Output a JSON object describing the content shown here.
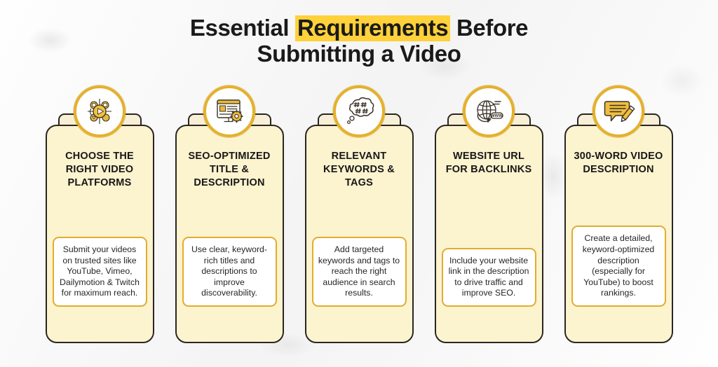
{
  "headline": {
    "line1_before": "Essential ",
    "line1_highlight": "Requirements",
    "line1_after": " Before",
    "line2": "Submitting a Video",
    "highlight_color": "#FFD13B",
    "text_color": "#1a1a1a"
  },
  "theme": {
    "card_fill": "#FCF3CF",
    "card_backpanel_fill": "#F7F0D6",
    "card_outline": "#2b2622",
    "icon_ring": "#E5B12C",
    "note_border": "#E0AE2E",
    "note_fill": "#FFFFFF",
    "background": "#F6F6F5"
  },
  "cards": [
    {
      "icon": "video-network-icon",
      "title": "CHOOSE THE RIGHT VIDEO PLATFORMS",
      "note": "Submit your videos on trusted sites like YouTube, Vimeo, Dailymotion & Twitch for maximum reach."
    },
    {
      "icon": "webpage-gear-icon",
      "title": "SEO-OPTIMIZED TITLE & DESCRIPTION",
      "note": "Use clear, keyword-rich titles and descriptions to improve discoverability."
    },
    {
      "icon": "hashtag-thought-bubble-icon",
      "title": "RELEVANT KEYWORDS & TAGS",
      "note": "Add targeted keywords and tags to reach the right audience in search results."
    },
    {
      "icon": "globe-www-icon",
      "title": "WEBSITE URL FOR BACKLINKS",
      "note": "Include your website link in the description to drive traffic and improve SEO."
    },
    {
      "icon": "speech-bubble-pencil-icon",
      "title": "300-WORD VIDEO DESCRIPTION",
      "note": "Create a detailed, keyword-optimized description (especially for YouTube) to boost rankings."
    }
  ]
}
